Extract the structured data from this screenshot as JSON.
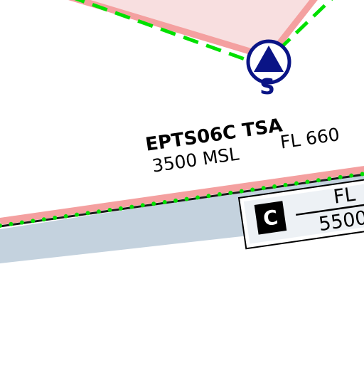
{
  "map": {
    "colors": {
      "background": "#ffffff",
      "restricted_fill": "#f8dfe0",
      "boundary_red": "#f4a0a0",
      "boundary_green": "#00e000",
      "tsa_band": "#c4d2de",
      "navaid": "#0a1486",
      "class_box": "#000000"
    },
    "reporting_point": {
      "label": "S",
      "icon": "triangle-in-circle-icon"
    },
    "tsa": {
      "name": "EPTS06C TSA",
      "lower_limit": "3500 MSL",
      "upper_limit": "FL 660"
    },
    "airspace_box": {
      "class": "C",
      "upper": "FL",
      "lower": "5500"
    }
  }
}
